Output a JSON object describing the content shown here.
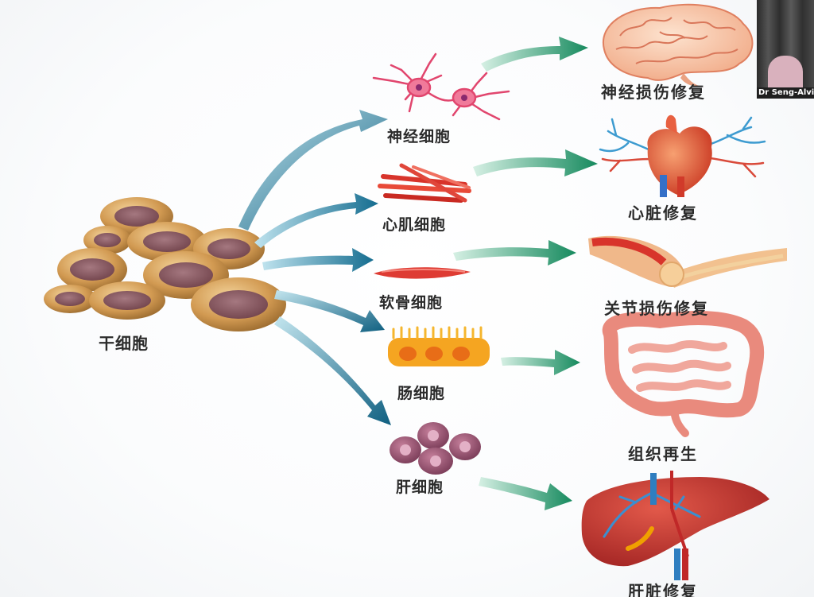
{
  "stem_cell": {
    "label": "干细胞"
  },
  "cells": [
    {
      "key": "neuron",
      "label": "神经细胞"
    },
    {
      "key": "cardiomyocyte",
      "label": "心肌细胞"
    },
    {
      "key": "chondrocyte",
      "label": "软骨细胞"
    },
    {
      "key": "intestinal",
      "label": "肠细胞"
    },
    {
      "key": "hepatocyte",
      "label": "肝细胞"
    }
  ],
  "outcomes": [
    {
      "key": "nerve-repair",
      "label": "神经损伤修复"
    },
    {
      "key": "heart-repair",
      "label": "心脏修复"
    },
    {
      "key": "joint-repair",
      "label": "关节损伤修复"
    },
    {
      "key": "tissue-regeneration",
      "label": "组织再生"
    },
    {
      "key": "liver-repair",
      "label": "肝脏修复"
    }
  ],
  "video_thumbnail": {
    "name": "Dr Seng-Alvi"
  },
  "colors": {
    "arrow_blue": "#1f7fa6",
    "arrow_green": "#1e9a6e",
    "stem_cell": "#c8934a",
    "nucleus": "#8a5a63",
    "muscle": "#d8342b",
    "heart": "#e0452e",
    "liver": "#b52a2a"
  }
}
